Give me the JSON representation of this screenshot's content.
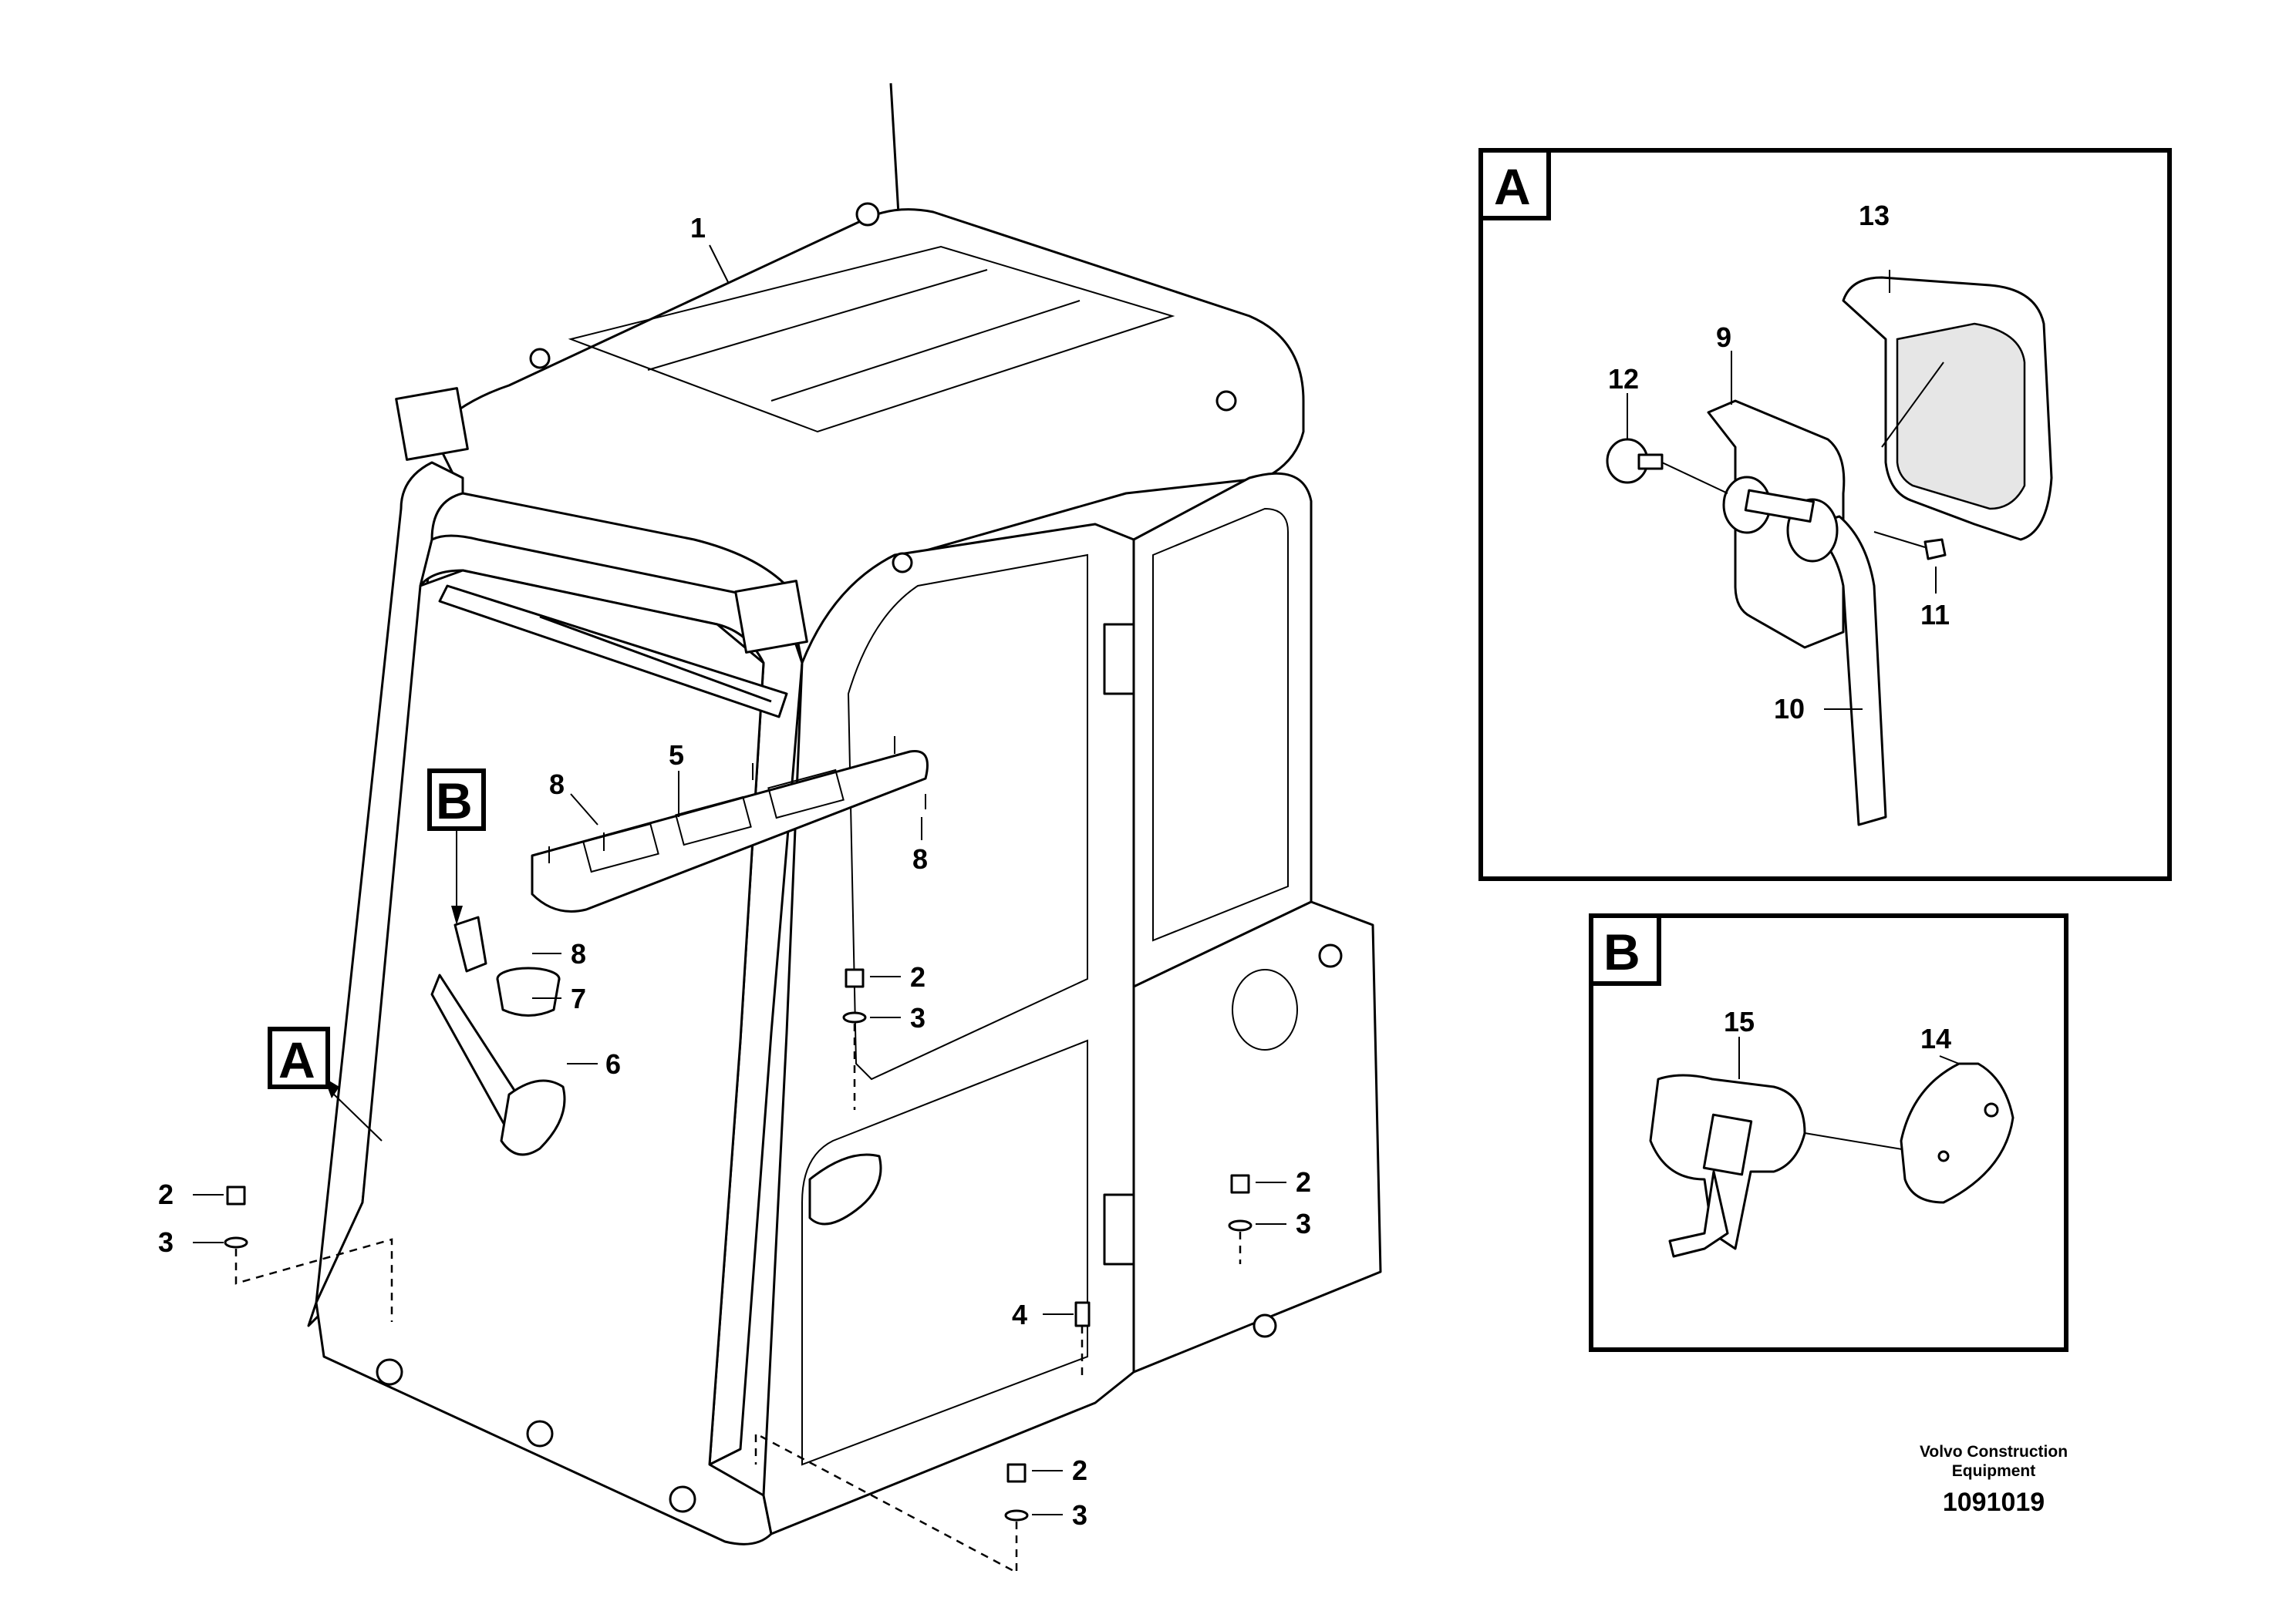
{
  "callouts": {
    "c1": "1",
    "c2a": "2",
    "c2b": "2",
    "c2c": "2",
    "c2d": "2",
    "c3a": "3",
    "c3b": "3",
    "c3c": "3",
    "c3d": "3",
    "c4": "4",
    "c5": "5",
    "c6": "6",
    "c7": "7",
    "c8a": "8",
    "c8b": "8",
    "c8c": "8",
    "c9": "9",
    "c10": "10",
    "c11": "11",
    "c12": "12",
    "c13": "13",
    "c14": "14",
    "c15": "15"
  },
  "detail_markers": {
    "a_main": "A",
    "b_main": "B",
    "a_box": "A",
    "b_box": "B"
  },
  "footer": {
    "brand_line1": "Volvo Construction",
    "brand_line2": "Equipment",
    "drawing_number": "1091019"
  }
}
